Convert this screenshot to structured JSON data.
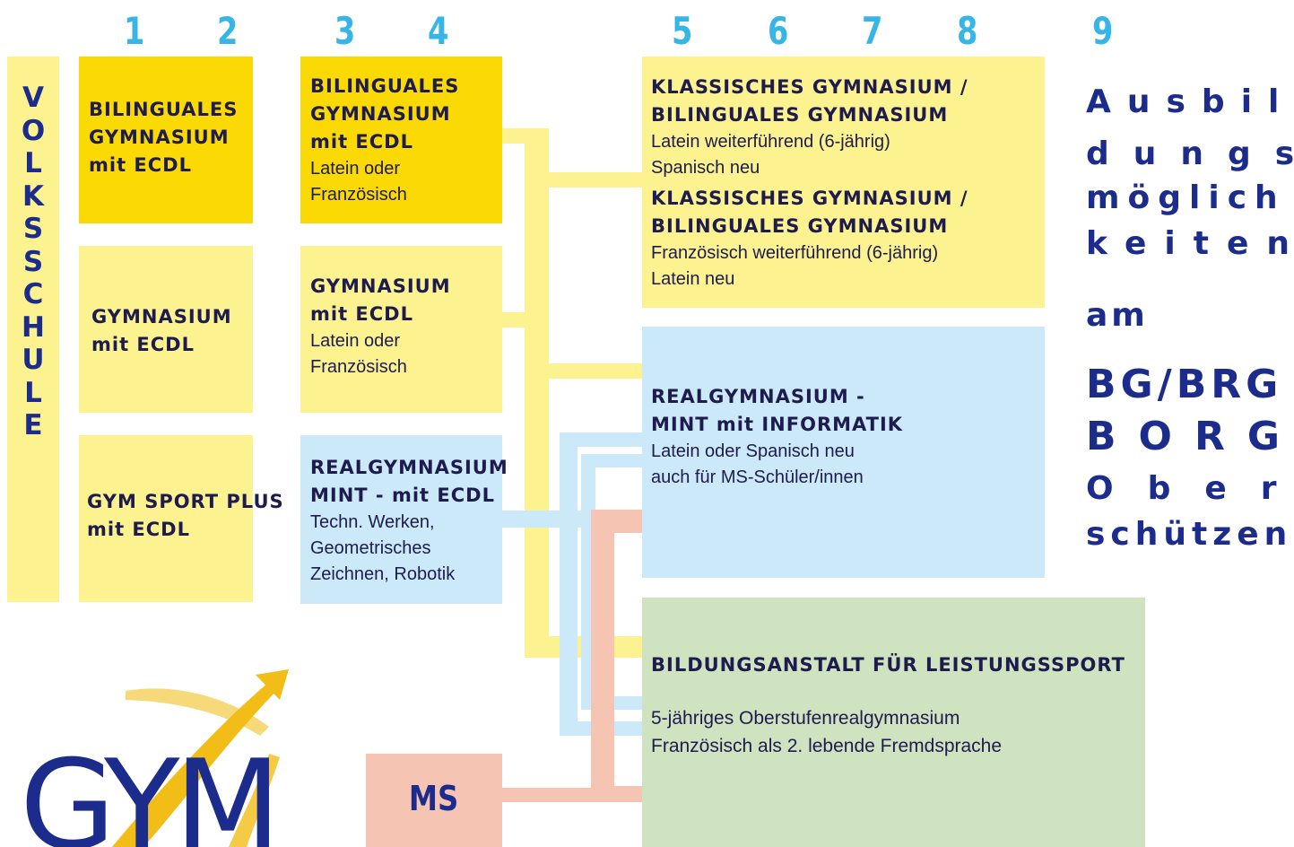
{
  "grades": [
    "1",
    "2",
    "3",
    "4",
    "5",
    "6",
    "7",
    "8",
    "9"
  ],
  "volksschule": "VOLKSSCHULE",
  "col1": [
    {
      "title": [
        "BILINGUALES",
        "GYMNASIUM",
        "mit ECDL"
      ]
    },
    {
      "title": [
        "GYMNASIUM",
        "mit ECDL"
      ]
    },
    {
      "title": [
        "GYM SPORT PLUS",
        "mit ECDL"
      ]
    }
  ],
  "col2": [
    {
      "title": [
        "BILINGUALES",
        "GYMNASIUM",
        "mit ECDL"
      ],
      "sub": [
        "Latein oder",
        "Französisch"
      ]
    },
    {
      "title": [
        "GYMNASIUM",
        "mit ECDL"
      ],
      "sub": [
        "Latein oder",
        "Französisch"
      ]
    },
    {
      "title": [
        "REALGYMNASIUM",
        "MINT - mit ECDL"
      ],
      "sub": [
        "Techn. Werken,",
        "Geometrisches",
        "Zeichnen, Robotik"
      ]
    }
  ],
  "klassisch": [
    {
      "title": [
        "KLASSISCHES GYMNASIUM /",
        "BILINGUALES GYMNASIUM"
      ],
      "sub": [
        "Latein weiterführend (6-jährig)",
        "Spanisch neu"
      ]
    },
    {
      "title": [
        "KLASSISCHES GYMNASIUM /",
        "BILINGUALES GYMNASIUM"
      ],
      "sub": [
        "Französisch weiterführend (6-jährig)",
        "Latein neu"
      ]
    }
  ],
  "real": {
    "title": [
      "REALGYMNASIUM -",
      "MINT mit INFORMATIK"
    ],
    "sub": [
      "Latein oder Spanisch neu",
      "auch für MS-Schüler/innen"
    ]
  },
  "sport": {
    "title": "BILDUNGSANSTALT FÜR LEISTUNGSSPORT",
    "sub": [
      "5-jähriges Oberstufenrealgymnasium",
      "Französisch als 2. lebende Fremdsprache"
    ]
  },
  "ms": "MS",
  "right": {
    "lines": [
      "Ausbil",
      "dungs",
      "möglich",
      "keiten"
    ],
    "am": "am",
    "school": [
      "BG/BRG",
      "BORG",
      "Ober",
      "schützen"
    ]
  },
  "logo": "GYM",
  "colors": {
    "dark_yellow": "#fbd904",
    "light_yellow": "#fcf28f",
    "light_blue": "#cbe9f9",
    "green": "#cfe3c0",
    "salmon": "#f6c4b3",
    "navy": "#1c2c8c",
    "cyan": "#35b6e6"
  }
}
